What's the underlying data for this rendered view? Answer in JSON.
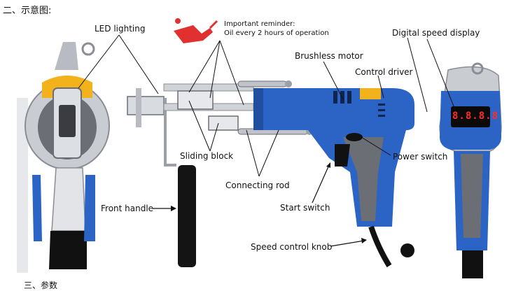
{
  "section_heading": "二、示意图:",
  "bottom_heading": "三、参数",
  "labels": {
    "led_lighting": "LED lighting",
    "reminder_title": "Important reminder:",
    "reminder_body": "Oil every 2 hours of operation",
    "brushless_motor": "Brushless motor",
    "control_driver": "Control driver",
    "digital_speed_display": "Digital speed display",
    "sliding_block": "Sliding block",
    "power_switch": "Power switch",
    "connecting_rod": "Connecting rod",
    "front_handle": "Front handle",
    "start_switch": "Start switch",
    "speed_control_knob": "Speed control knob"
  },
  "display_reading": "8.8.8.8",
  "colors": {
    "tool_blue": "#2b64c4",
    "tool_grey": "#6b6e75",
    "metal": "#c9ccd1",
    "reminder_red": "#e03030",
    "display_red": "#ff2a2a"
  }
}
